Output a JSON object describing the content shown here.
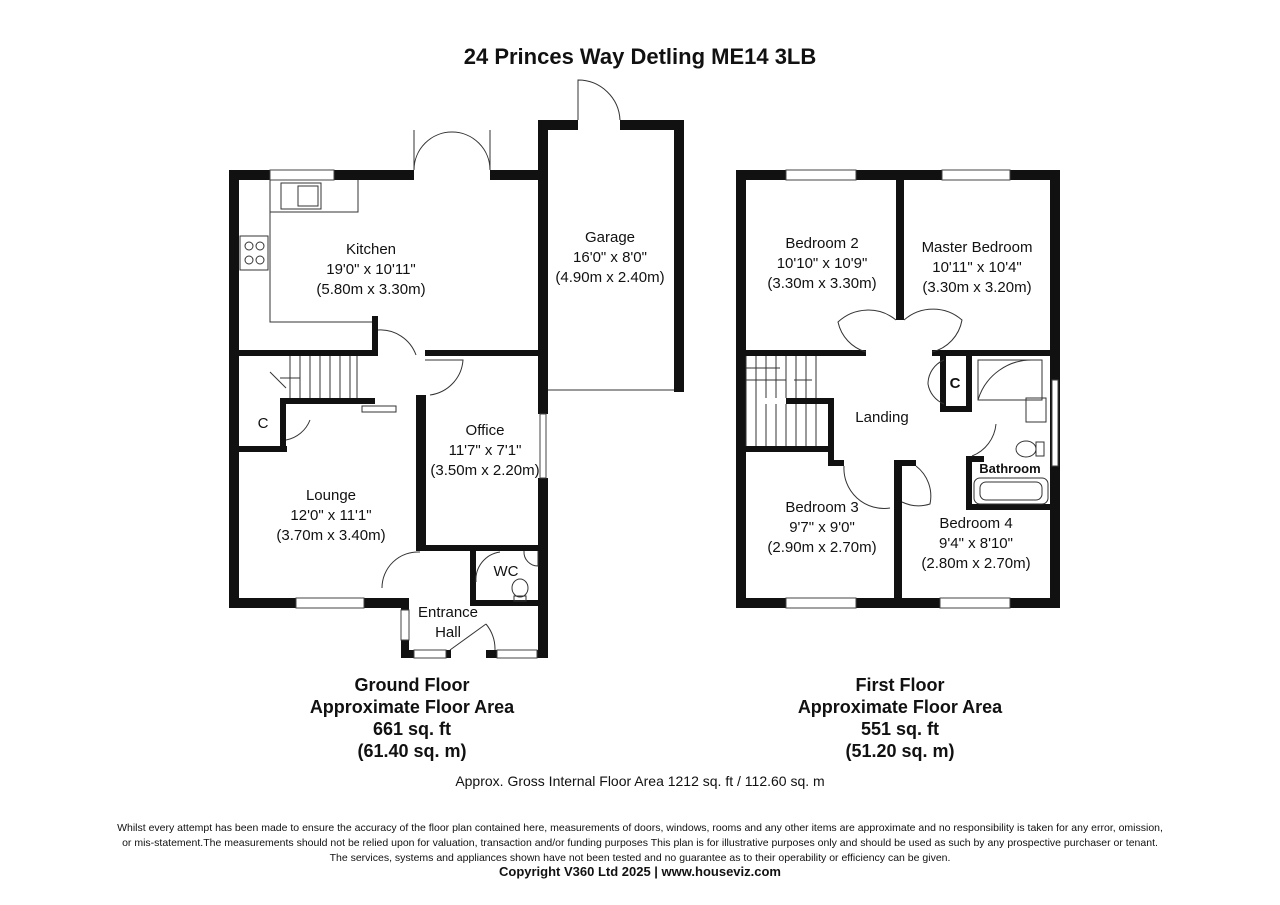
{
  "title": "24 Princes Way Detling ME14 3LB",
  "ground_floor": {
    "rooms": [
      {
        "name": "Kitchen",
        "imperial": "19'0\" x 10'11\"",
        "metric": "(5.80m x 3.30m)"
      },
      {
        "name": "Garage",
        "imperial": "16'0\" x 8'0\"",
        "metric": "(4.90m x 2.40m)"
      },
      {
        "name": "Office",
        "imperial": "11'7\" x 7'1\"",
        "metric": "(3.50m x 2.20m)"
      },
      {
        "name": "Lounge",
        "imperial": "12'0\" x 11'1\"",
        "metric": "(3.70m x 3.40m)"
      }
    ],
    "cupboard_label": "C",
    "wc_label": "WC",
    "entrance_label_1": "Entrance",
    "entrance_label_2": "Hall",
    "summary": [
      "Ground Floor",
      "Approximate Floor Area",
      "661 sq. ft",
      "(61.40 sq. m)"
    ]
  },
  "first_floor": {
    "rooms": [
      {
        "name": "Bedroom 2",
        "imperial": "10'10\" x 10'9\"",
        "metric": "(3.30m x 3.30m)"
      },
      {
        "name": "Master Bedroom",
        "imperial": "10'11\" x 10'4\"",
        "metric": "(3.30m x 3.20m)"
      },
      {
        "name": "Bedroom 3",
        "imperial": "9'7\" x 9'0\"",
        "metric": "(2.90m x 2.70m)"
      },
      {
        "name": "Bedroom 4",
        "imperial": "9'4\" x 8'10\"",
        "metric": "(2.80m x 2.70m)"
      }
    ],
    "landing_label": "Landing",
    "cupboard_label": "C",
    "bathroom_label": "Bathroom",
    "summary": [
      "First Floor",
      "Approximate Floor Area",
      "551 sq. ft",
      "(51.20 sq. m)"
    ]
  },
  "gross_area": "Approx. Gross Internal Floor Area 1212 sq. ft / 112.60 sq. m",
  "disclaimer": [
    "Whilst every attempt has been made to ensure the accuracy of the floor plan contained here, measurements of doors, windows, rooms and any other items are approximate and no responsibility is taken for any error, omission,",
    "or mis-statement.The measurements should not be relied upon for valuation, transaction and/or funding purposes This plan is for illustrative purposes only and should be used as such by any prospective purchaser or tenant.",
    "The services, systems and appliances shown have not been tested and no guarantee as to their operability or efficiency can be given."
  ],
  "copyright": "Copyright V360 Ltd 2025 | www.houseviz.com"
}
